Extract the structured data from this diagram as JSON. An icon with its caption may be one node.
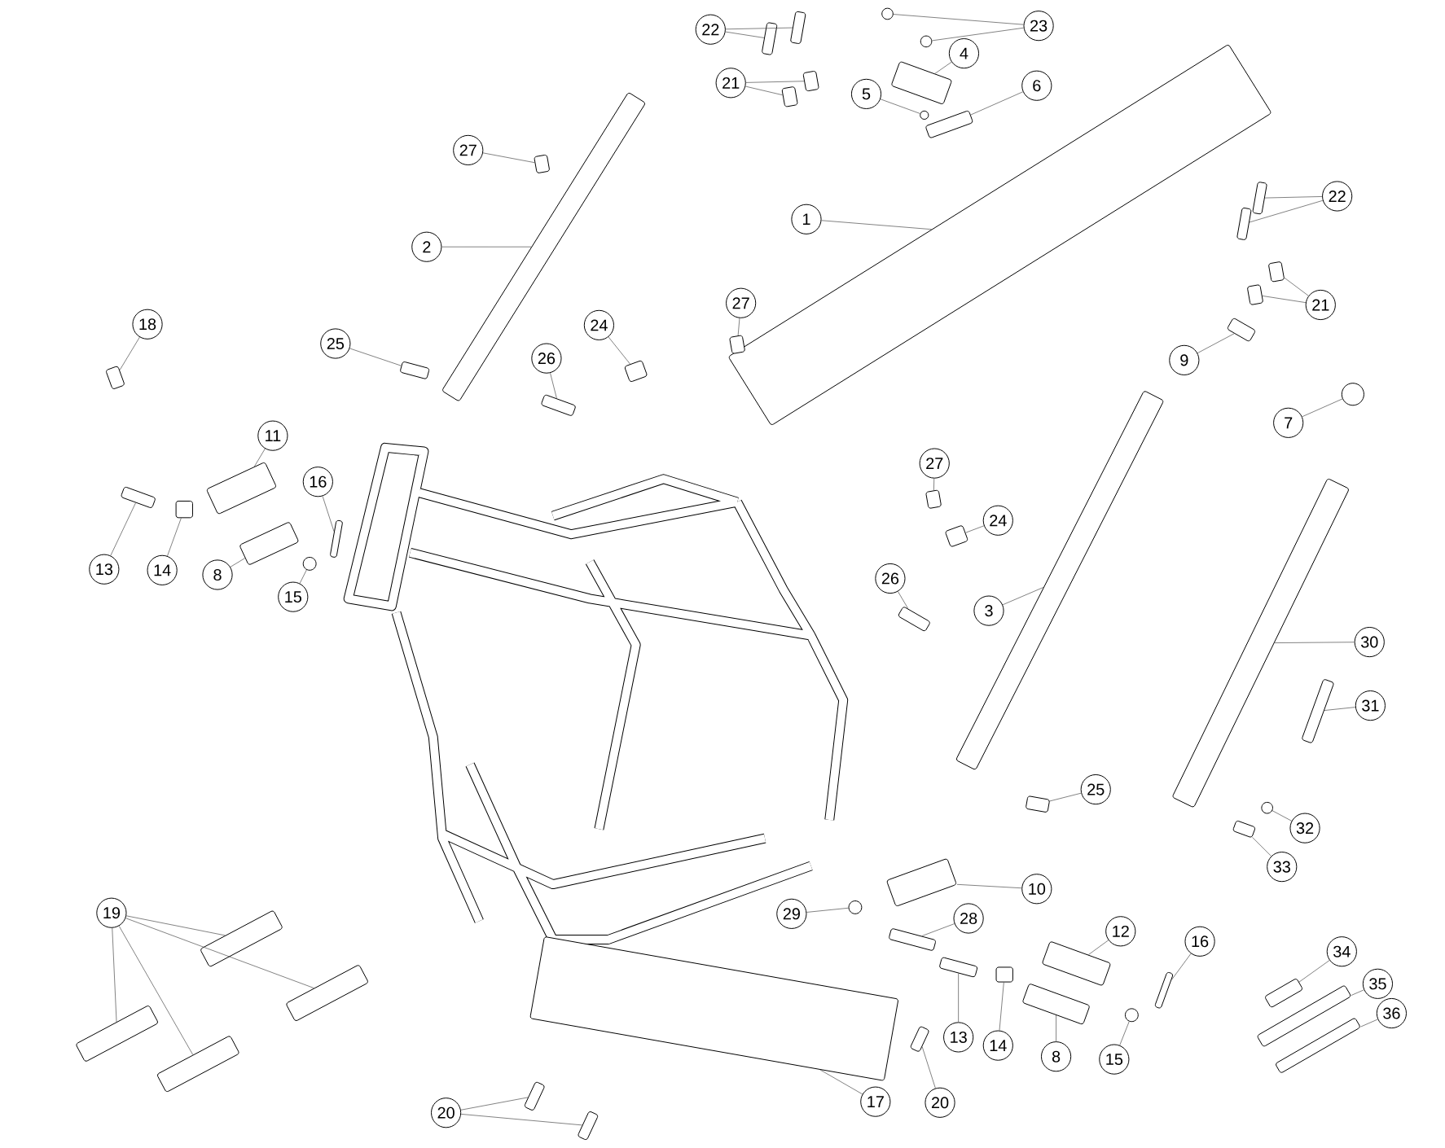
{
  "diagram": {
    "nodes": [
      {
        "text": [
          "22"
        ]
      },
      {
        "text": [],
        "shape": "box"
      },
      {
        "text": [],
        "shape": "box"
      },
      {
        "text": [
          "23"
        ]
      },
      {
        "text": [],
        "shape": "circle"
      },
      {
        "text": [],
        "shape": "circle"
      },
      {
        "text": [
          "4"
        ]
      },
      {
        "text": [],
        "shape": "box"
      },
      {
        "text": [
          "21"
        ]
      },
      {
        "text": [],
        "shape": "box"
      },
      {
        "text": [],
        "shape": "box"
      },
      {
        "text": [
          "5"
        ]
      },
      {
        "text": [],
        "shape": "circle"
      },
      {
        "text": [
          "6"
        ]
      },
      {
        "text": [],
        "shape": "box"
      },
      {
        "text": [
          "27"
        ]
      },
      {
        "text": [],
        "shape": "box"
      },
      {
        "text": [
          "22"
        ]
      },
      {
        "text": [],
        "shape": "box"
      },
      {
        "text": [],
        "shape": "box"
      },
      {
        "text": [
          "2"
        ]
      },
      {
        "text": [],
        "shape": "box"
      },
      {
        "text": [
          "1"
        ]
      },
      {
        "text": [],
        "shape": "box"
      },
      {
        "text": [
          "21"
        ]
      },
      {
        "text": [],
        "shape": "box"
      },
      {
        "text": [],
        "shape": "box"
      },
      {
        "text": [
          "27"
        ]
      },
      {
        "text": [],
        "shape": "box"
      },
      {
        "text": [
          "18"
        ]
      },
      {
        "text": [],
        "shape": "box"
      },
      {
        "text": [
          "24"
        ]
      },
      {
        "text": [],
        "shape": "box"
      },
      {
        "text": [
          "25"
        ]
      },
      {
        "text": [],
        "shape": "box"
      },
      {
        "text": [
          "26"
        ]
      },
      {
        "text": [],
        "shape": "box"
      },
      {
        "text": [
          "9"
        ]
      },
      {
        "text": [],
        "shape": "box"
      },
      {
        "text": [
          "7"
        ]
      },
      {
        "text": [],
        "shape": "circle"
      },
      {
        "text": [
          "11"
        ]
      },
      {
        "text": [],
        "shape": "box"
      },
      {
        "text": [
          "27"
        ]
      },
      {
        "text": [],
        "shape": "box"
      },
      {
        "text": [
          "16"
        ]
      },
      {
        "text": [],
        "shape": "box"
      },
      {
        "text": [
          "24"
        ]
      },
      {
        "text": [],
        "shape": "box"
      },
      {
        "text": [
          "13"
        ]
      },
      {
        "text": [],
        "shape": "box"
      },
      {
        "text": [
          "14"
        ]
      },
      {
        "text": [],
        "shape": "box"
      },
      {
        "text": [
          "8"
        ]
      },
      {
        "text": [],
        "shape": "box"
      },
      {
        "text": [
          "15"
        ]
      },
      {
        "text": [],
        "shape": "circle"
      },
      {
        "text": [
          "26"
        ]
      },
      {
        "text": [],
        "shape": "box"
      },
      {
        "text": [
          "3"
        ]
      },
      {
        "text": [],
        "shape": "box"
      },
      {
        "text": [
          "30"
        ]
      },
      {
        "text": [],
        "shape": "box"
      },
      {
        "text": [
          "31"
        ]
      },
      {
        "text": [],
        "shape": "box"
      },
      {
        "text": [
          "25"
        ]
      },
      {
        "text": [],
        "shape": "box"
      },
      {
        "text": [
          "32"
        ]
      },
      {
        "text": [],
        "shape": "circle"
      },
      {
        "text": [
          "33"
        ]
      },
      {
        "text": [],
        "shape": "box"
      },
      {
        "text": [
          "10"
        ]
      },
      {
        "text": [],
        "shape": "box"
      },
      {
        "text": [
          "29"
        ]
      },
      {
        "text": [],
        "shape": "circle"
      },
      {
        "text": [
          "19"
        ]
      },
      {
        "text": [],
        "shape": "box"
      },
      {
        "text": [],
        "shape": "box"
      },
      {
        "text": [],
        "shape": "box"
      },
      {
        "text": [],
        "shape": "box"
      },
      {
        "text": [
          "28"
        ]
      },
      {
        "text": [],
        "shape": "box"
      },
      {
        "text": [
          "12"
        ]
      },
      {
        "text": [],
        "shape": "box"
      },
      {
        "text": [
          "16"
        ]
      },
      {
        "text": [],
        "shape": "box"
      },
      {
        "text": [
          "34"
        ]
      },
      {
        "text": [],
        "shape": "box"
      },
      {
        "text": [
          "35"
        ]
      },
      {
        "text": [],
        "shape": "box"
      },
      {
        "text": [
          "36"
        ]
      },
      {
        "text": [],
        "shape": "box"
      },
      {
        "text": [
          "13"
        ]
      },
      {
        "text": [],
        "shape": "box"
      },
      {
        "text": [
          "14"
        ]
      },
      {
        "text": [],
        "shape": "box"
      },
      {
        "text": [
          "8"
        ]
      },
      {
        "text": [],
        "shape": "box"
      },
      {
        "text": [
          "15"
        ]
      },
      {
        "text": [],
        "shape": "circle"
      },
      {
        "text": [
          "17"
        ]
      },
      {
        "text": [],
        "shape": "box"
      },
      {
        "text": [
          "20"
        ]
      },
      {
        "text": [],
        "shape": "box"
      },
      {
        "text": [],
        "shape": "box"
      },
      {
        "text": [
          "20"
        ]
      },
      {
        "text": [],
        "shape": "box"
      }
    ],
    "edges": [
      {
        "from": 0,
        "to": 1,
        "arrow": "none"
      },
      {
        "from": 0,
        "to": 2,
        "arrow": "none"
      },
      {
        "from": 3,
        "to": 4,
        "arrow": "none"
      },
      {
        "from": 3,
        "to": 5,
        "arrow": "none"
      },
      {
        "from": 6,
        "to": 7,
        "arrow": "none"
      },
      {
        "from": 8,
        "to": 9,
        "arrow": "none"
      },
      {
        "from": 8,
        "to": 10,
        "arrow": "none"
      },
      {
        "from": 11,
        "to": 12,
        "arrow": "none"
      },
      {
        "from": 13,
        "to": 14,
        "arrow": "none"
      },
      {
        "from": 15,
        "to": 16,
        "arrow": "none"
      },
      {
        "from": 17,
        "to": 18,
        "arrow": "none"
      },
      {
        "from": 17,
        "to": 19,
        "arrow": "none"
      },
      {
        "from": 20,
        "to": 21,
        "arrow": "none"
      },
      {
        "from": 22,
        "to": 23,
        "arrow": "none"
      },
      {
        "from": 24,
        "to": 25,
        "arrow": "none"
      },
      {
        "from": 24,
        "to": 26,
        "arrow": "none"
      },
      {
        "from": 27,
        "to": 28,
        "arrow": "none"
      },
      {
        "from": 29,
        "to": 30,
        "arrow": "none"
      },
      {
        "from": 31,
        "to": 32,
        "arrow": "none"
      },
      {
        "from": 33,
        "to": 34,
        "arrow": "none"
      },
      {
        "from": 35,
        "to": 36,
        "arrow": "none"
      },
      {
        "from": 37,
        "to": 38,
        "arrow": "none"
      },
      {
        "from": 39,
        "to": 40,
        "arrow": "none"
      },
      {
        "from": 41,
        "to": 42,
        "arrow": "none"
      },
      {
        "from": 43,
        "to": 44,
        "arrow": "none"
      },
      {
        "from": 45,
        "to": 46,
        "arrow": "none"
      },
      {
        "from": 47,
        "to": 48,
        "arrow": "none"
      },
      {
        "from": 49,
        "to": 50,
        "arrow": "none"
      },
      {
        "from": 51,
        "to": 52,
        "arrow": "none"
      },
      {
        "from": 53,
        "to": 54,
        "arrow": "none"
      },
      {
        "from": 55,
        "to": 56,
        "arrow": "none"
      },
      {
        "from": 57,
        "to": 58,
        "arrow": "none"
      },
      {
        "from": 59,
        "to": 60,
        "arrow": "none"
      },
      {
        "from": 61,
        "to": 62,
        "arrow": "none"
      },
      {
        "from": 63,
        "to": 64,
        "arrow": "none"
      },
      {
        "from": 65,
        "to": 66,
        "arrow": "none"
      },
      {
        "from": 67,
        "to": 68,
        "arrow": "none"
      },
      {
        "from": 69,
        "to": 70,
        "arrow": "none"
      },
      {
        "from": 71,
        "to": 72,
        "arrow": "none"
      },
      {
        "from": 73,
        "to": 74,
        "arrow": "none"
      },
      {
        "from": 75,
        "to": 76,
        "arrow": "none"
      },
      {
        "from": 75,
        "to": 77,
        "arrow": "none"
      },
      {
        "from": 75,
        "to": 78,
        "arrow": "none"
      },
      {
        "from": 75,
        "to": 79,
        "arrow": "none"
      },
      {
        "from": 80,
        "to": 81,
        "arrow": "none"
      },
      {
        "from": 82,
        "to": 83,
        "arrow": "none"
      },
      {
        "from": 84,
        "to": 85,
        "arrow": "none"
      },
      {
        "from": 86,
        "to": 87,
        "arrow": "none"
      },
      {
        "from": 88,
        "to": 89,
        "arrow": "none"
      },
      {
        "from": 90,
        "to": 91,
        "arrow": "none"
      },
      {
        "from": 92,
        "to": 93,
        "arrow": "none"
      },
      {
        "from": 94,
        "to": 95,
        "arrow": "none"
      },
      {
        "from": 96,
        "to": 97,
        "arrow": "none"
      },
      {
        "from": 98,
        "to": 99,
        "arrow": "none"
      },
      {
        "from": 100,
        "to": 101,
        "arrow": "none"
      },
      {
        "from": 102,
        "to": 103,
        "arrow": "none"
      },
      {
        "from": 102,
        "to": 104,
        "arrow": "none"
      },
      {
        "from": 105,
        "to": 106,
        "arrow": "none"
      }
    ]
  }
}
